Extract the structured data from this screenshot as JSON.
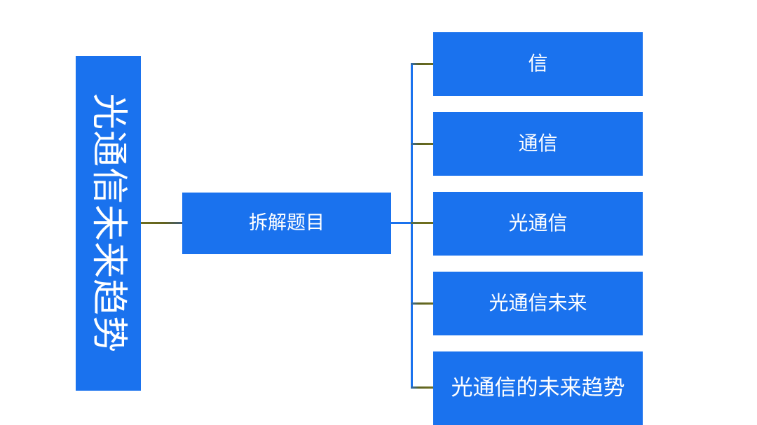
{
  "diagram": {
    "type": "horizontal-tree-mindmap",
    "background_color": "#ffffff",
    "node_fill_color": "#1a72ee",
    "node_text_color": "#ffffff",
    "connector_color_primary": "#1a72ee",
    "connector_color_secondary": "#6e6e1f",
    "root": {
      "label": "光通信未来趋势",
      "orientation": "vertical-rotated"
    },
    "branch": {
      "label": "拆解题目"
    },
    "leaves": [
      {
        "label": "信"
      },
      {
        "label": "通信"
      },
      {
        "label": "光通信"
      },
      {
        "label": "光通信未来"
      },
      {
        "label": "光通信的未来趋势"
      }
    ]
  }
}
